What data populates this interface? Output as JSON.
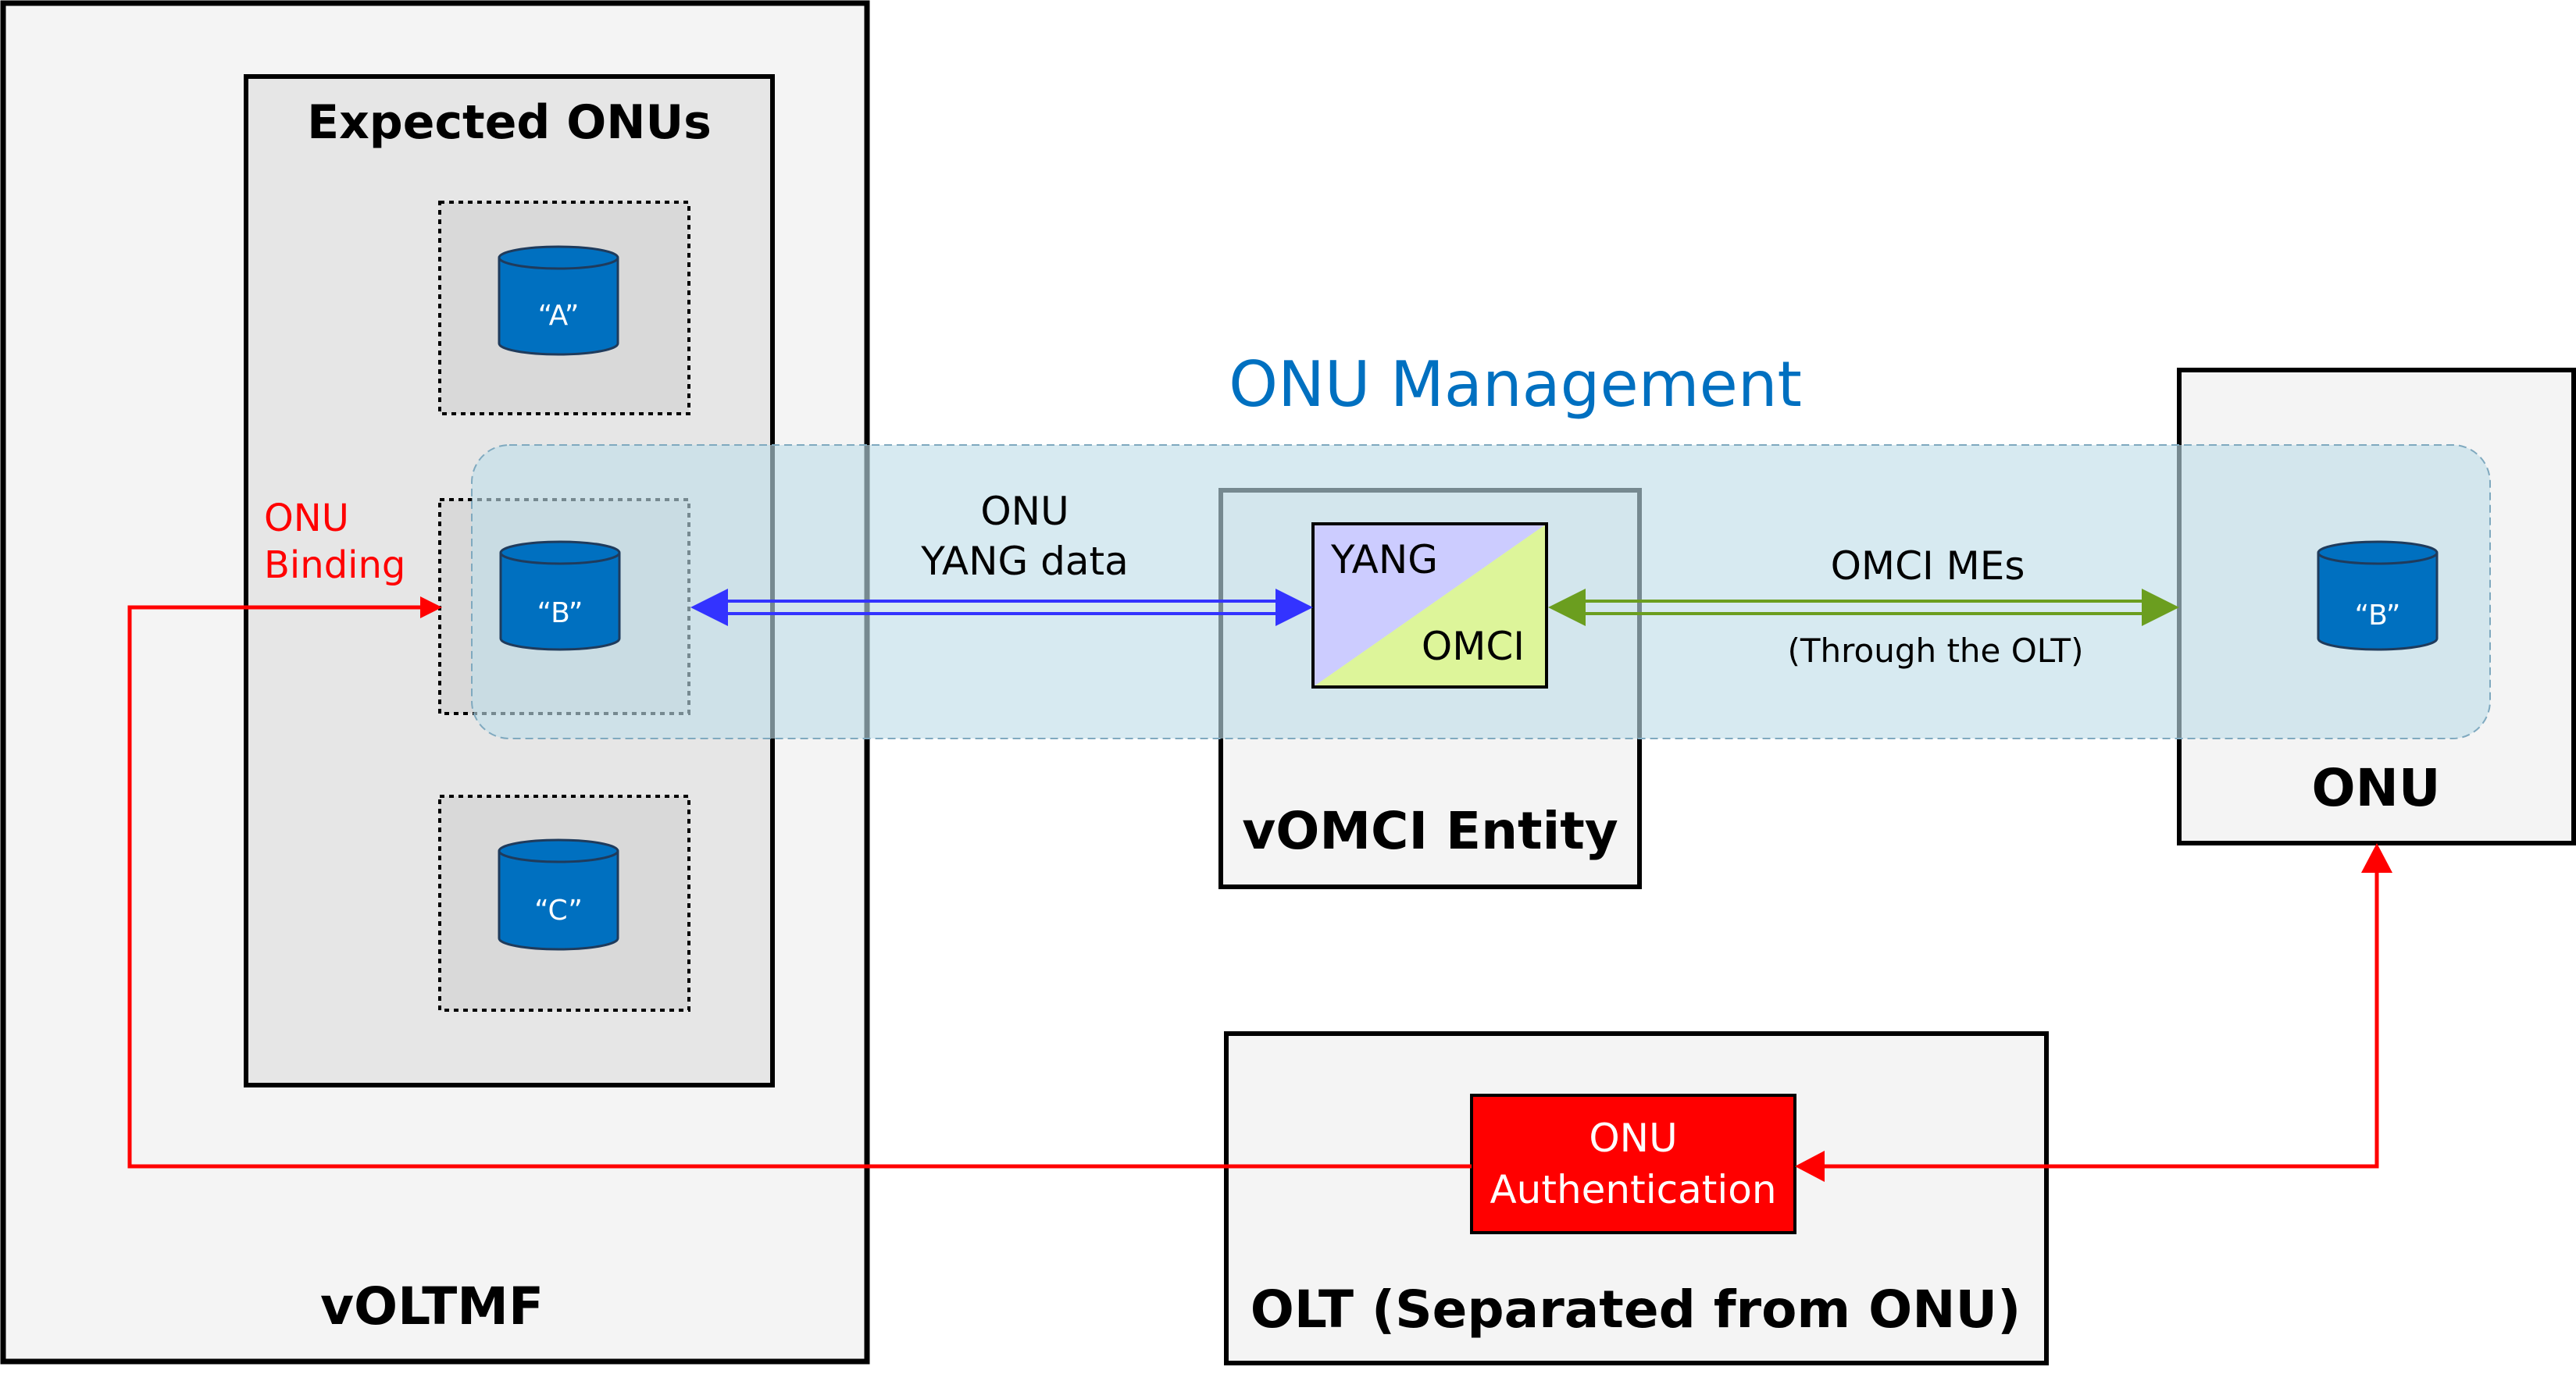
{
  "diagram": {
    "voltmf": {
      "label": "vOLTMF"
    },
    "expected_onus": {
      "title": "Expected ONUs",
      "entries": [
        {
          "label": "“A”"
        },
        {
          "label": "“B”"
        },
        {
          "label": "“C”"
        }
      ]
    },
    "onu_binding": {
      "line1": "ONU",
      "line2": "Binding"
    },
    "onu_management": {
      "title": "ONU Management"
    },
    "yang_data": {
      "line1": "ONU",
      "line2": "YANG data"
    },
    "vomci": {
      "label": "vOMCI Entity",
      "yang": "YANG",
      "omci": "OMCI"
    },
    "omci_mes": {
      "line1": "OMCI MEs",
      "line2": "(Through the OLT)"
    },
    "onu": {
      "label": "ONU",
      "db_label": "“B”"
    },
    "olt": {
      "label": "OLT (Separated from ONU)",
      "auth": {
        "line1": "ONU",
        "line2": "Authentication"
      }
    },
    "colors": {
      "database": "#0070c0",
      "management": "#cfe6ef",
      "title_blue": "#0070c0",
      "red": "#ff0000",
      "blue_arrow": "#3333ff",
      "green_arrow": "#6b9e1f",
      "yang_fill": "#ccccff",
      "omci_fill": "#ddf59a"
    }
  }
}
